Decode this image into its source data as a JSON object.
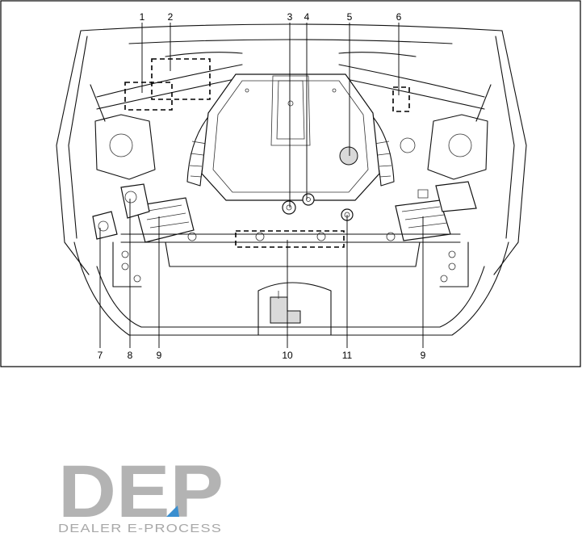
{
  "callouts": {
    "c1": "1",
    "c2": "2",
    "c3": "3",
    "c4": "4",
    "c5": "5",
    "c6": "6",
    "c7": "7",
    "c8": "8",
    "c9a": "9",
    "c10": "10",
    "c11": "11",
    "c9b": "9"
  },
  "logo": {
    "letters": "DEP",
    "tagline": "DEALER E-PROCESS",
    "letter_color": "#b3b3b3",
    "accent_color": "#3a8fd0"
  }
}
